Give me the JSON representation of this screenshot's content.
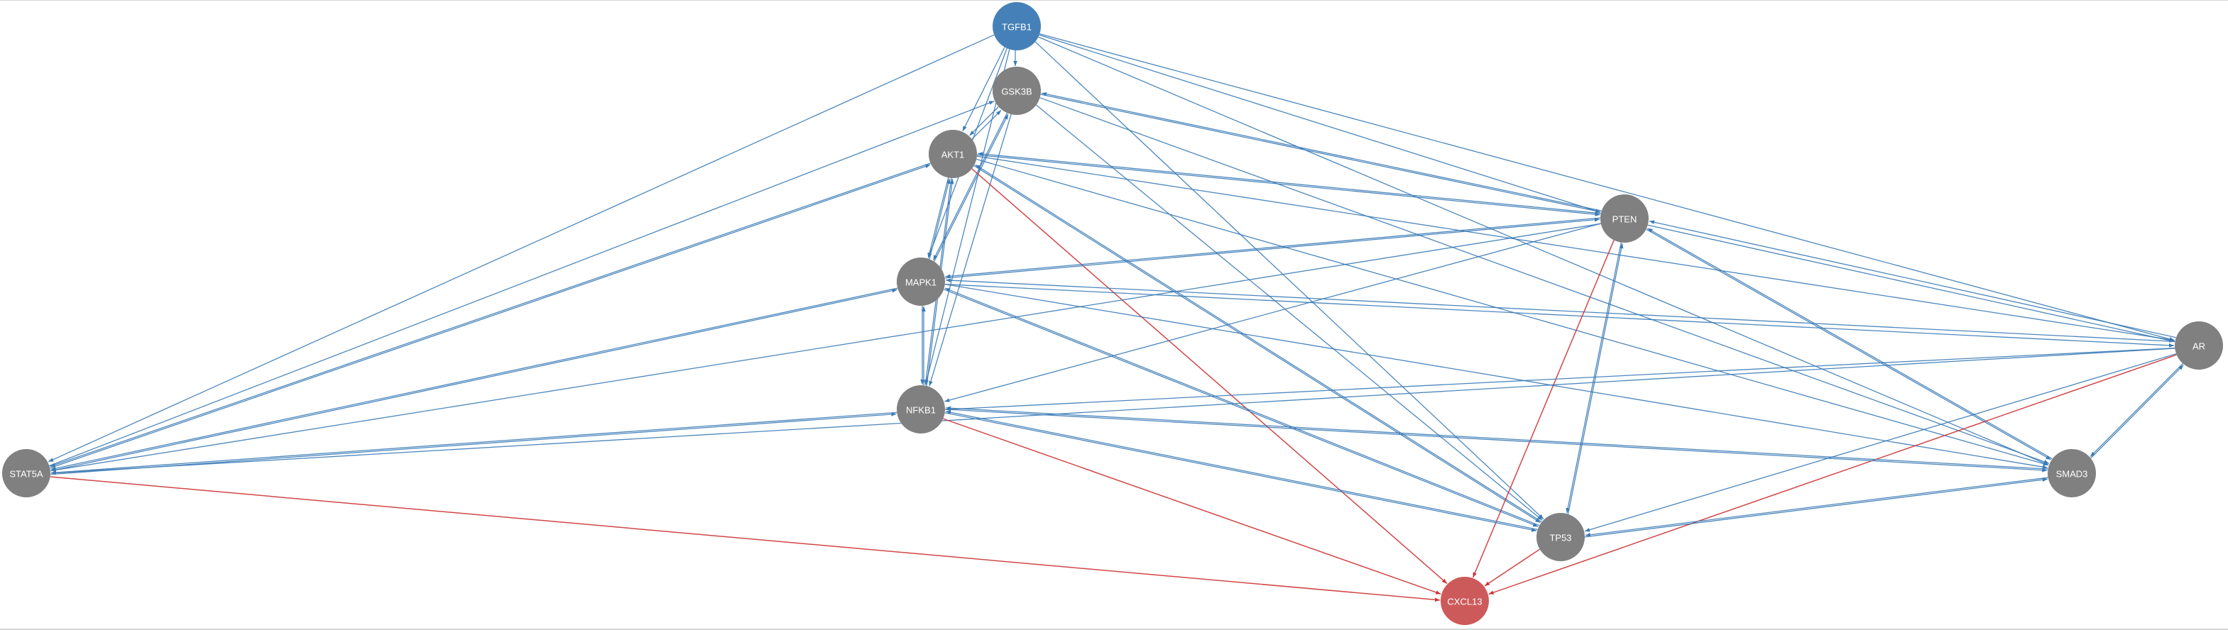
{
  "graph": {
    "colors": {
      "source": "#4581b8",
      "target": "#cd5a5a",
      "default": "#808080",
      "edge_activation": "#3a7ab6",
      "edge_target": "#cc3333",
      "label": "#ffffff"
    },
    "nodes": [
      {
        "id": "TGFB1",
        "label": "TGFB1",
        "role": "source"
      },
      {
        "id": "GSK3B",
        "label": "GSK3B",
        "role": "default"
      },
      {
        "id": "AKT1",
        "label": "AKT1",
        "role": "default"
      },
      {
        "id": "PTEN",
        "label": "PTEN",
        "role": "default"
      },
      {
        "id": "MAPK1",
        "label": "MAPK1",
        "role": "default"
      },
      {
        "id": "AR",
        "label": "AR",
        "role": "default"
      },
      {
        "id": "NFKB1",
        "label": "NFKB1",
        "role": "default"
      },
      {
        "id": "STAT5A",
        "label": "STAT5A",
        "role": "default"
      },
      {
        "id": "SMAD3",
        "label": "SMAD3",
        "role": "default"
      },
      {
        "id": "TP53",
        "label": "TP53",
        "role": "default"
      },
      {
        "id": "CXCL13",
        "label": "CXCL13",
        "role": "target"
      }
    ],
    "edges": [
      {
        "from": "TGFB1",
        "to": "GSK3B",
        "type": "activation"
      },
      {
        "from": "TGFB1",
        "to": "AKT1",
        "type": "activation"
      },
      {
        "from": "TGFB1",
        "to": "MAPK1",
        "type": "activation"
      },
      {
        "from": "TGFB1",
        "to": "NFKB1",
        "type": "activation"
      },
      {
        "from": "TGFB1",
        "to": "STAT5A",
        "type": "activation"
      },
      {
        "from": "TGFB1",
        "to": "PTEN",
        "type": "activation"
      },
      {
        "from": "TGFB1",
        "to": "AR",
        "type": "activation"
      },
      {
        "from": "TGFB1",
        "to": "SMAD3",
        "type": "activation"
      },
      {
        "from": "TGFB1",
        "to": "TP53",
        "type": "activation"
      },
      {
        "from": "GSK3B",
        "to": "AKT1",
        "type": "activation"
      },
      {
        "from": "AKT1",
        "to": "GSK3B",
        "type": "activation"
      },
      {
        "from": "GSK3B",
        "to": "MAPK1",
        "type": "activation"
      },
      {
        "from": "MAPK1",
        "to": "GSK3B",
        "type": "activation"
      },
      {
        "from": "GSK3B",
        "to": "NFKB1",
        "type": "activation"
      },
      {
        "from": "GSK3B",
        "to": "PTEN",
        "type": "activation"
      },
      {
        "from": "PTEN",
        "to": "GSK3B",
        "type": "activation"
      },
      {
        "from": "GSK3B",
        "to": "SMAD3",
        "type": "activation"
      },
      {
        "from": "GSK3B",
        "to": "TP53",
        "type": "activation"
      },
      {
        "from": "STAT5A",
        "to": "GSK3B",
        "type": "activation"
      },
      {
        "from": "AKT1",
        "to": "MAPK1",
        "type": "activation"
      },
      {
        "from": "MAPK1",
        "to": "AKT1",
        "type": "activation"
      },
      {
        "from": "AKT1",
        "to": "NFKB1",
        "type": "activation"
      },
      {
        "from": "NFKB1",
        "to": "AKT1",
        "type": "activation"
      },
      {
        "from": "AKT1",
        "to": "PTEN",
        "type": "activation"
      },
      {
        "from": "PTEN",
        "to": "AKT1",
        "type": "activation"
      },
      {
        "from": "AKT1",
        "to": "AR",
        "type": "activation"
      },
      {
        "from": "AKT1",
        "to": "SMAD3",
        "type": "activation"
      },
      {
        "from": "AKT1",
        "to": "TP53",
        "type": "activation"
      },
      {
        "from": "TP53",
        "to": "AKT1",
        "type": "activation"
      },
      {
        "from": "AKT1",
        "to": "STAT5A",
        "type": "activation"
      },
      {
        "from": "STAT5A",
        "to": "AKT1",
        "type": "activation"
      },
      {
        "from": "AKT1",
        "to": "CXCL13",
        "type": "target"
      },
      {
        "from": "MAPK1",
        "to": "NFKB1",
        "type": "activation"
      },
      {
        "from": "NFKB1",
        "to": "MAPK1",
        "type": "activation"
      },
      {
        "from": "MAPK1",
        "to": "PTEN",
        "type": "activation"
      },
      {
        "from": "PTEN",
        "to": "MAPK1",
        "type": "activation"
      },
      {
        "from": "MAPK1",
        "to": "AR",
        "type": "activation"
      },
      {
        "from": "AR",
        "to": "MAPK1",
        "type": "activation"
      },
      {
        "from": "MAPK1",
        "to": "SMAD3",
        "type": "activation"
      },
      {
        "from": "MAPK1",
        "to": "TP53",
        "type": "activation"
      },
      {
        "from": "TP53",
        "to": "MAPK1",
        "type": "activation"
      },
      {
        "from": "MAPK1",
        "to": "STAT5A",
        "type": "activation"
      },
      {
        "from": "STAT5A",
        "to": "MAPK1",
        "type": "activation"
      },
      {
        "from": "PTEN",
        "to": "AR",
        "type": "activation"
      },
      {
        "from": "AR",
        "to": "PTEN",
        "type": "activation"
      },
      {
        "from": "PTEN",
        "to": "SMAD3",
        "type": "activation"
      },
      {
        "from": "SMAD3",
        "to": "PTEN",
        "type": "activation"
      },
      {
        "from": "PTEN",
        "to": "TP53",
        "type": "activation"
      },
      {
        "from": "TP53",
        "to": "PTEN",
        "type": "activation"
      },
      {
        "from": "PTEN",
        "to": "NFKB1",
        "type": "activation"
      },
      {
        "from": "PTEN",
        "to": "STAT5A",
        "type": "activation"
      },
      {
        "from": "PTEN",
        "to": "CXCL13",
        "type": "target"
      },
      {
        "from": "AR",
        "to": "NFKB1",
        "type": "activation"
      },
      {
        "from": "AR",
        "to": "SMAD3",
        "type": "activation"
      },
      {
        "from": "SMAD3",
        "to": "AR",
        "type": "activation"
      },
      {
        "from": "AR",
        "to": "TP53",
        "type": "activation"
      },
      {
        "from": "AR",
        "to": "STAT5A",
        "type": "activation"
      },
      {
        "from": "AR",
        "to": "CXCL13",
        "type": "target"
      },
      {
        "from": "NFKB1",
        "to": "STAT5A",
        "type": "activation"
      },
      {
        "from": "STAT5A",
        "to": "NFKB1",
        "type": "activation"
      },
      {
        "from": "NFKB1",
        "to": "SMAD3",
        "type": "activation"
      },
      {
        "from": "SMAD3",
        "to": "NFKB1",
        "type": "activation"
      },
      {
        "from": "NFKB1",
        "to": "TP53",
        "type": "activation"
      },
      {
        "from": "TP53",
        "to": "NFKB1",
        "type": "activation"
      },
      {
        "from": "NFKB1",
        "to": "CXCL13",
        "type": "target"
      },
      {
        "from": "SMAD3",
        "to": "TP53",
        "type": "activation"
      },
      {
        "from": "TP53",
        "to": "SMAD3",
        "type": "activation"
      },
      {
        "from": "TP53",
        "to": "CXCL13",
        "type": "target"
      },
      {
        "from": "STAT5A",
        "to": "CXCL13",
        "type": "target"
      }
    ]
  }
}
